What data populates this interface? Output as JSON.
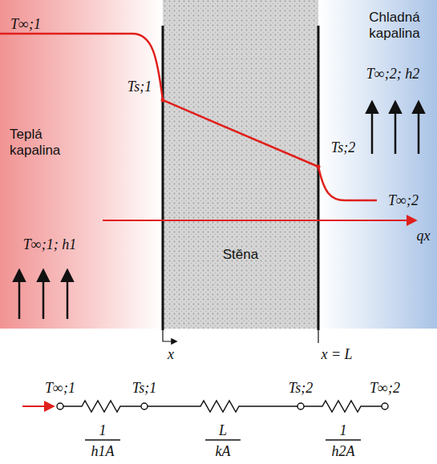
{
  "diagram": {
    "nodes": [
      {
        "text": [
          "Teplá kapalina"
        ]
      },
      {
        "text": [
          "Stěna"
        ]
      },
      {
        "text": [
          "Chladná kapalina"
        ]
      }
    ],
    "labels": [
      "T∞;1",
      "Ts;1",
      "T∞;1; h1",
      "T∞;2; h2",
      "Ts;2",
      "T∞;2",
      "qx",
      "x",
      "x = L",
      "T∞;1",
      "Ts;1",
      "Ts;2",
      "T∞;2",
      "1",
      "h1A",
      "L",
      "kA",
      "1",
      "h2A"
    ]
  }
}
